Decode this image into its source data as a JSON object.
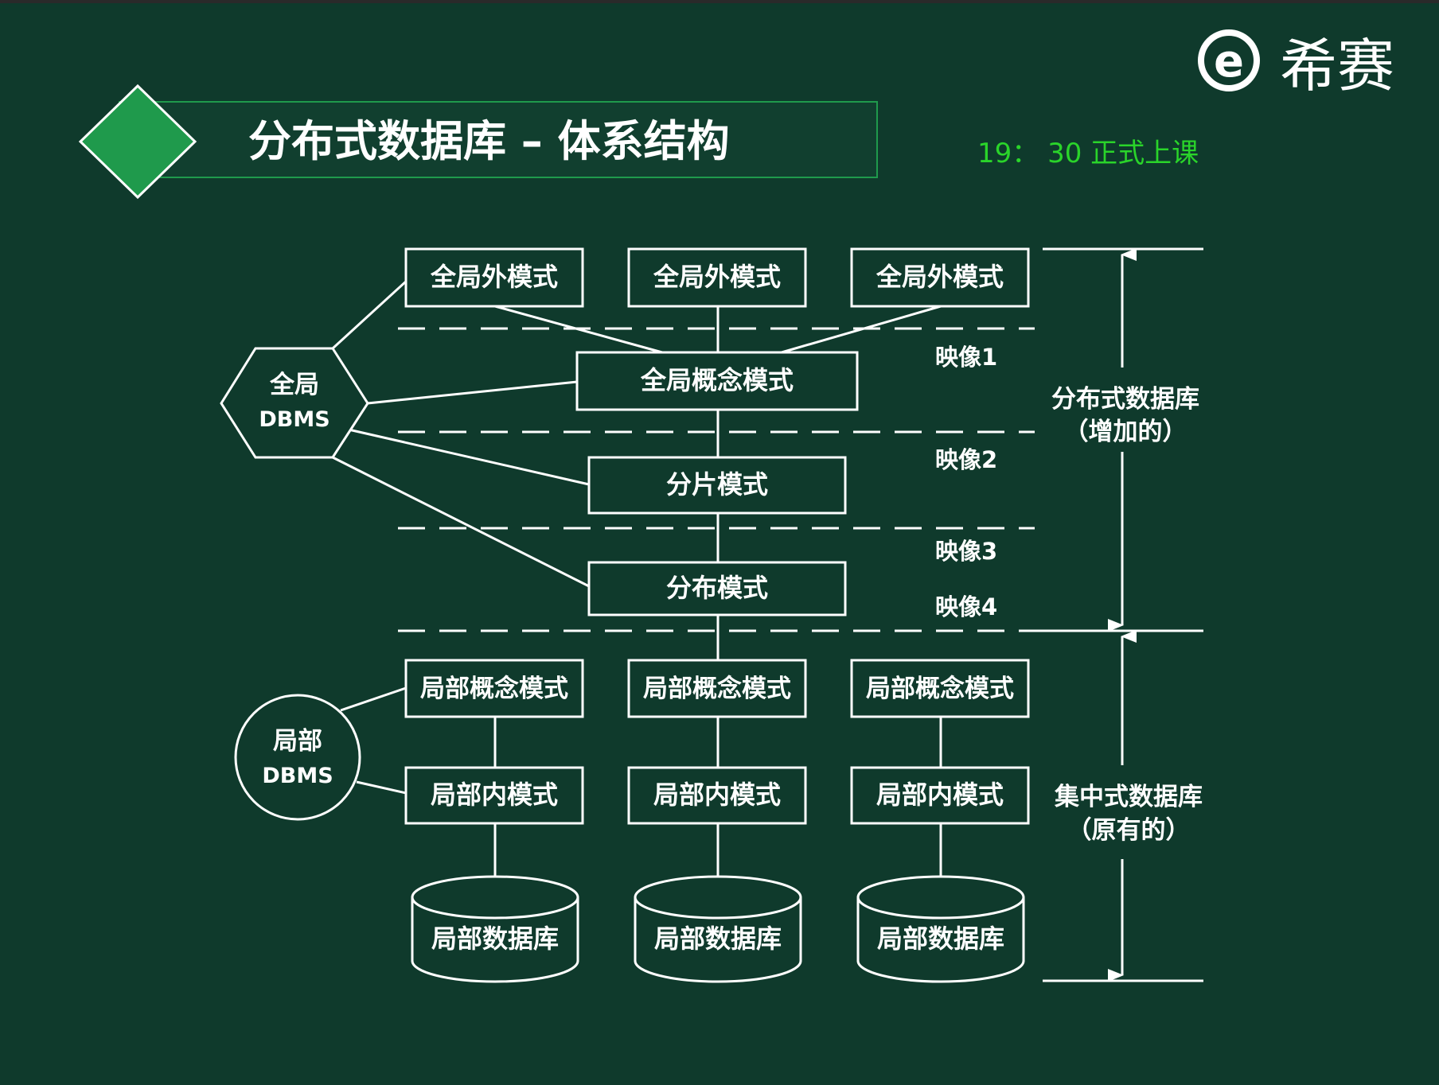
{
  "slide": {
    "title": "分布式数据库 – 体系结构",
    "notice": "19： 30 正式上课",
    "logo": {
      "mark": "e",
      "name": "希赛"
    },
    "colors": {
      "background": "#0f3a2c",
      "title_bar": "#113f2f",
      "accent_green": "#1f9a4c",
      "notice_text": "#2ad42a",
      "line": "#ffffff"
    }
  },
  "diagram": {
    "global_dbms": [
      "全局",
      "DBMS"
    ],
    "local_dbms": [
      "局部",
      "DBMS"
    ],
    "global_external_schemas": [
      "全局外模式",
      "全局外模式",
      "全局外模式"
    ],
    "global_conceptual_schema": "全局概念模式",
    "fragmentation_schema": "分片模式",
    "allocation_schema": "分布模式",
    "local_conceptual_schemas": [
      "局部概念模式",
      "局部概念模式",
      "局部概念模式"
    ],
    "local_internal_schemas": [
      "局部内模式",
      "局部内模式",
      "局部内模式"
    ],
    "local_databases": [
      "局部数据库",
      "局部数据库",
      "局部数据库"
    ],
    "mappings": [
      "映像1",
      "映像2",
      "映像3",
      "映像4"
    ],
    "distributed_label": [
      "分布式数据库",
      "（增加的）"
    ],
    "centralized_label": [
      "集中式数据库",
      "（原有的）"
    ]
  }
}
